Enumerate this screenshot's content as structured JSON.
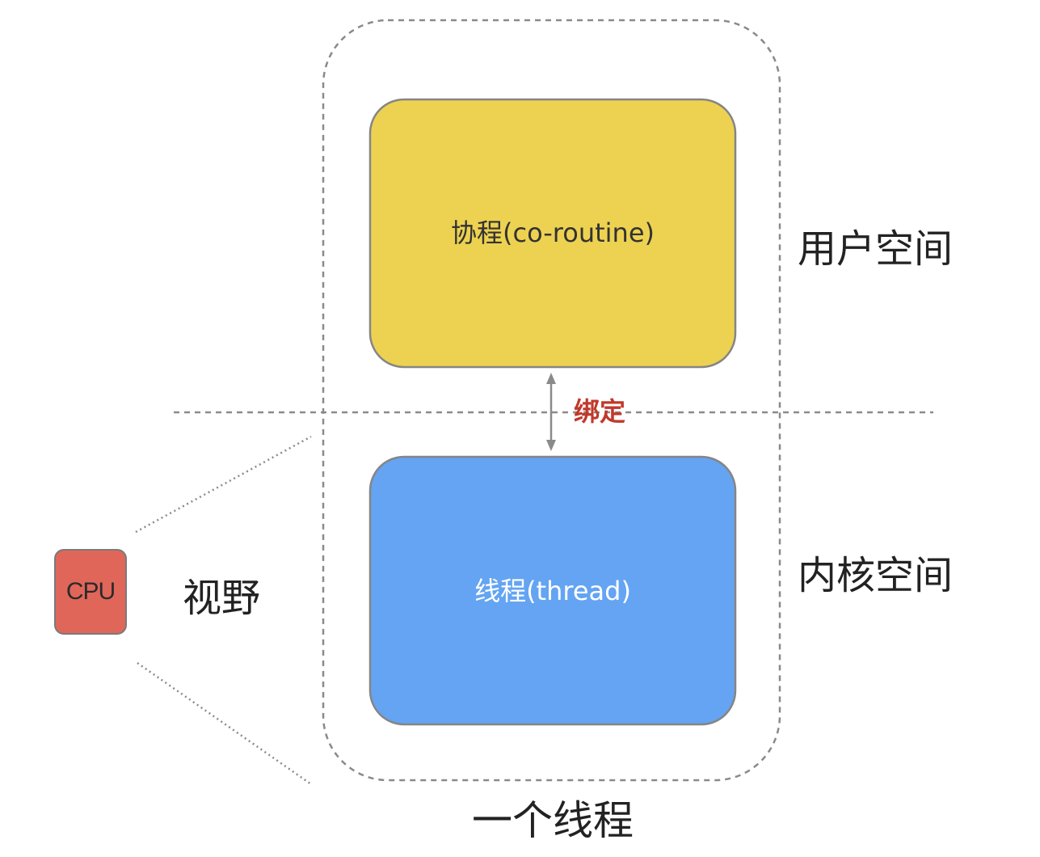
{
  "boxes": {
    "coroutine": {
      "label": "协程(co-routine)",
      "color": "#edd251"
    },
    "thread": {
      "label": "线程(thread)",
      "color": "#64a4f2"
    },
    "cpu": {
      "label": "CPU",
      "color": "#e0665a"
    }
  },
  "labels": {
    "user_space": "用户空间",
    "kernel_space": "内核空间",
    "view": "视野",
    "one_thread": "一个线程",
    "bind": "绑定"
  },
  "colors": {
    "bind_text": "#c0392b",
    "dashed_border": "#888888"
  }
}
